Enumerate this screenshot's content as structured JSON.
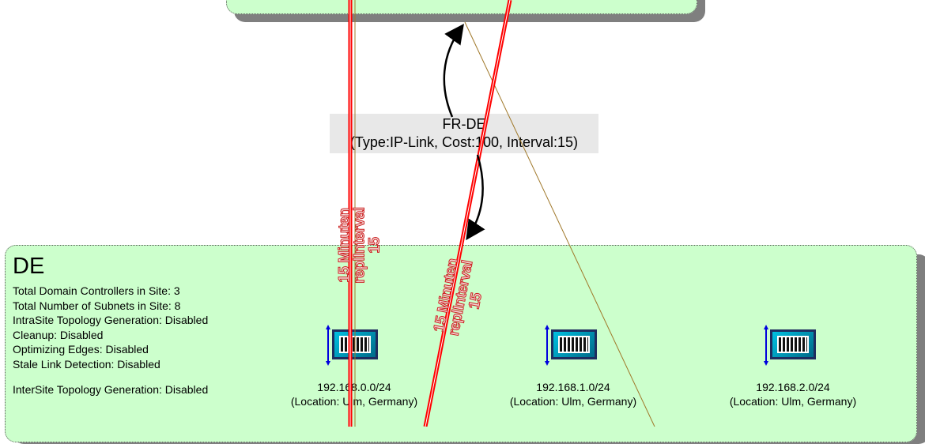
{
  "site": {
    "name": "DE",
    "info": [
      "Total Domain Controllers in Site: 3",
      "Total Number of Subnets in Site: 8",
      "IntraSite Topology Generation: Disabled",
      "Cleanup: Disabled",
      "Optimizing Edges: Disabled",
      "Stale Link Detection: Disabled"
    ],
    "intersite": "InterSite Topology Generation: Disabled"
  },
  "subnets": [
    {
      "address": "192.168.0.0/24",
      "location": "(Location: Ulm, Germany)"
    },
    {
      "address": "192.168.1.0/24",
      "location": "(Location: Ulm, Germany)"
    },
    {
      "address": "192.168.2.0/24",
      "location": "(Location: Ulm, Germany)"
    }
  ],
  "site_link": {
    "name": "FR-DE",
    "detail": "(Type:IP-Link, Cost:100, Interval:15)"
  },
  "connection_labels": [
    {
      "line1": "15 Minuten",
      "line2": "replInterval",
      "line3": "15"
    },
    {
      "line1": "15 Minuten",
      "line2": "replInterval",
      "line3": "15"
    }
  ],
  "colors": {
    "site_fill": "#ccffcc",
    "shadow": "#7f7f7f",
    "connection_red": "#ff0000",
    "thin_line": "#a0782a",
    "label_box": "#e8e8e8",
    "arrow_blue": "#0000dd"
  }
}
